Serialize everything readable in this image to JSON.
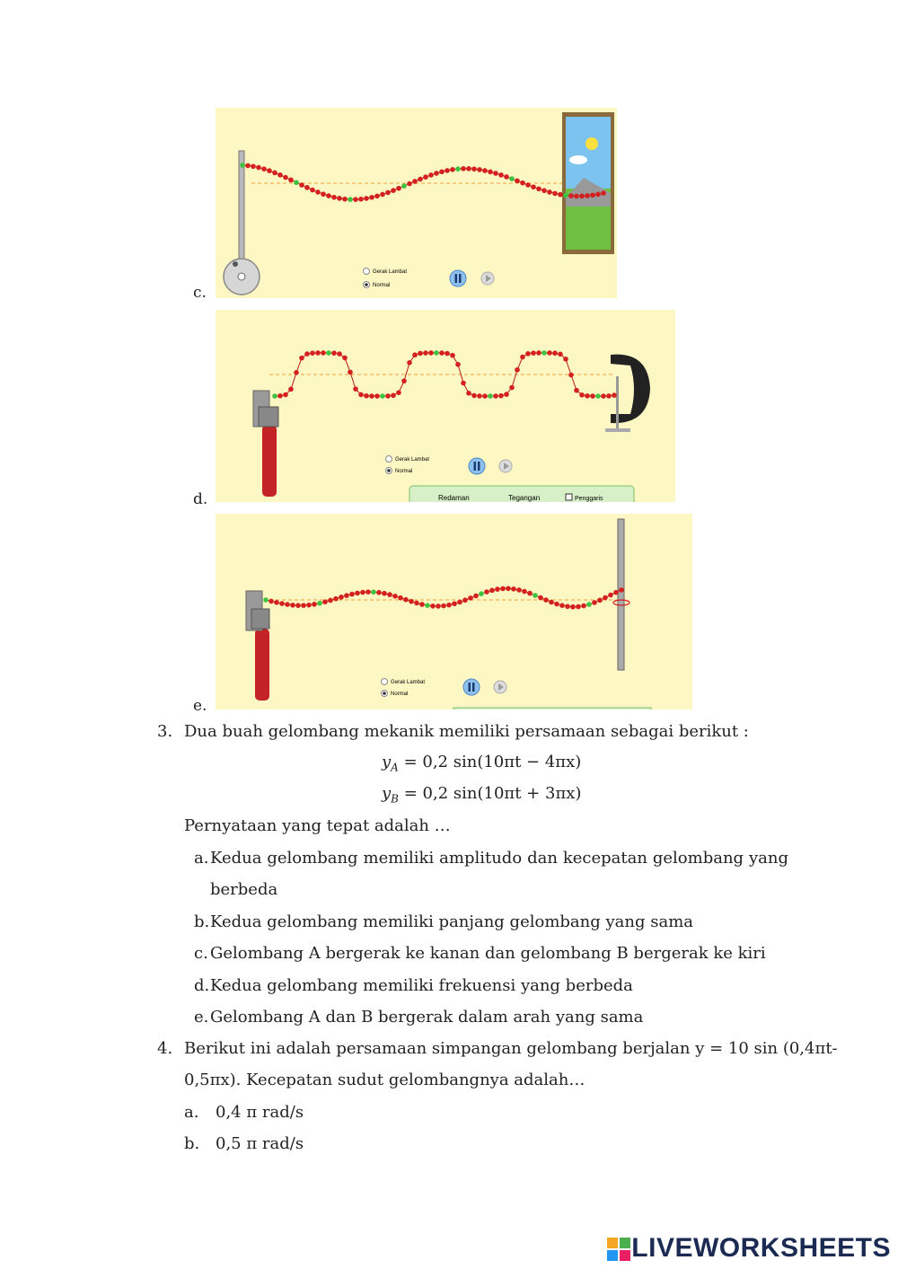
{
  "panels": [
    {
      "label": "c.",
      "radio1": "Gerak Lambat",
      "radio2": "Normal"
    },
    {
      "label": "d.",
      "radio1": "Gerak Lambat",
      "radio2": "Normal",
      "tab1": "Redaman",
      "tab2": "Tegangan",
      "tab3": "Penggaris"
    },
    {
      "label": "e.",
      "radio1": "Gerak Lambat",
      "radio2": "Normal"
    }
  ],
  "q3": {
    "number": "3.",
    "stem": "Dua buah gelombang mekanik memiliki persamaan sebagai berikut :",
    "eqA_var": "y",
    "eqA_sub": "A",
    "eqA_rhs": "= 0,2 sin(10πt − 4πx)",
    "eqB_var": "y",
    "eqB_sub": "B",
    "eqB_rhs": "= 0,2 sin(10πt + 3πx)",
    "prompt": "Pernyataan yang tepat adalah …",
    "options": [
      {
        "letter": "a.",
        "text": "Kedua gelombang memiliki amplitudo dan kecepatan gelombang yang",
        "cont": "berbeda"
      },
      {
        "letter": "b.",
        "text": "Kedua gelombang memiliki panjang gelombang yang sama"
      },
      {
        "letter": "c.",
        "text": "Gelombang A bergerak ke kanan dan gelombang B bergerak ke kiri"
      },
      {
        "letter": "d.",
        "text": "Kedua gelombang memiliki frekuensi yang berbeda"
      },
      {
        "letter": "e.",
        "text": "Gelombang A dan B bergerak dalam arah yang sama"
      }
    ]
  },
  "q4": {
    "number": "4.",
    "line1": "Berikut ini adalah persamaan simpangan gelombang berjalan y = 10 sin (0,4πt-",
    "line2": "0,5πx). Kecepatan sudut gelombangnya adalah…",
    "options": [
      {
        "letter": "a.",
        "text": "0,4 π rad/s"
      },
      {
        "letter": "b.",
        "text": "0,5 π rad/s"
      }
    ]
  },
  "brand": "LIVEWORKSHEETS",
  "colors": {
    "sim_bg": "#fdf7c3",
    "bead": "#d4201f",
    "bead_marker": "#3fc23f",
    "equilibrium": "#f2a23a"
  }
}
